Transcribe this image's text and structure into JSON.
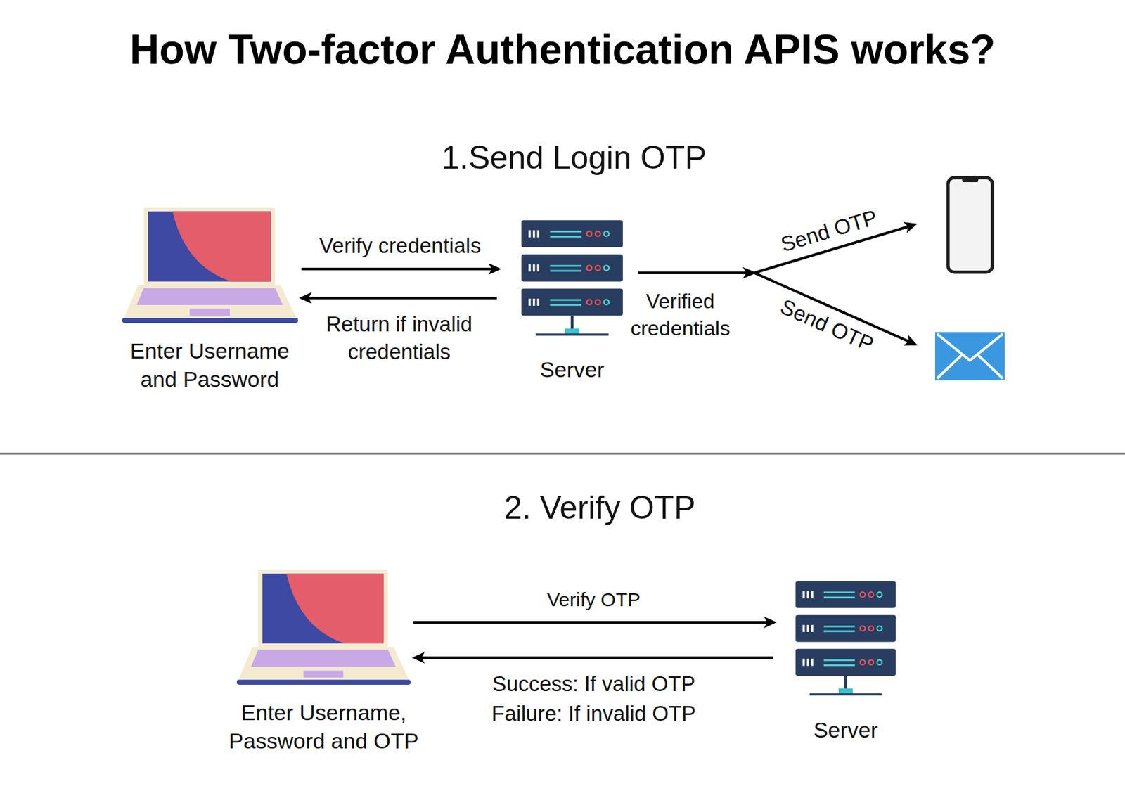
{
  "diagram": {
    "title": "How Two-factor Authentication APIS works?",
    "nodes": [
      {
        "text": [
          "Enter Username and Password"
        ]
      },
      {
        "text": [
          "Server"
        ]
      },
      {
        "text": []
      },
      {
        "text": []
      },
      {
        "text": [
          "Enter Username, Password and OTP"
        ]
      },
      {
        "text": [
          "Server"
        ]
      }
    ],
    "edges": [
      {
        "from": 0,
        "to": 1,
        "arrow": "to",
        "label": "Verify credentials"
      },
      {
        "from": 1,
        "to": 0,
        "arrow": "to",
        "label": "Return if invalid credentials"
      },
      {
        "from": 1,
        "to": 2,
        "arrow": "to",
        "label": "Send OTP"
      },
      {
        "from": 1,
        "to": 3,
        "arrow": "to",
        "label": "Send OTP"
      },
      {
        "from": 4,
        "to": 5,
        "arrow": "to",
        "label": "Verify OTP"
      },
      {
        "from": 5,
        "to": 4,
        "arrow": "to",
        "label": "Success: If valid OTP Failure: If invalid OTP"
      }
    ],
    "labels": [
      "1.Send Login OTP",
      "Verified credentials",
      "2. Verify OTP"
    ]
  }
}
